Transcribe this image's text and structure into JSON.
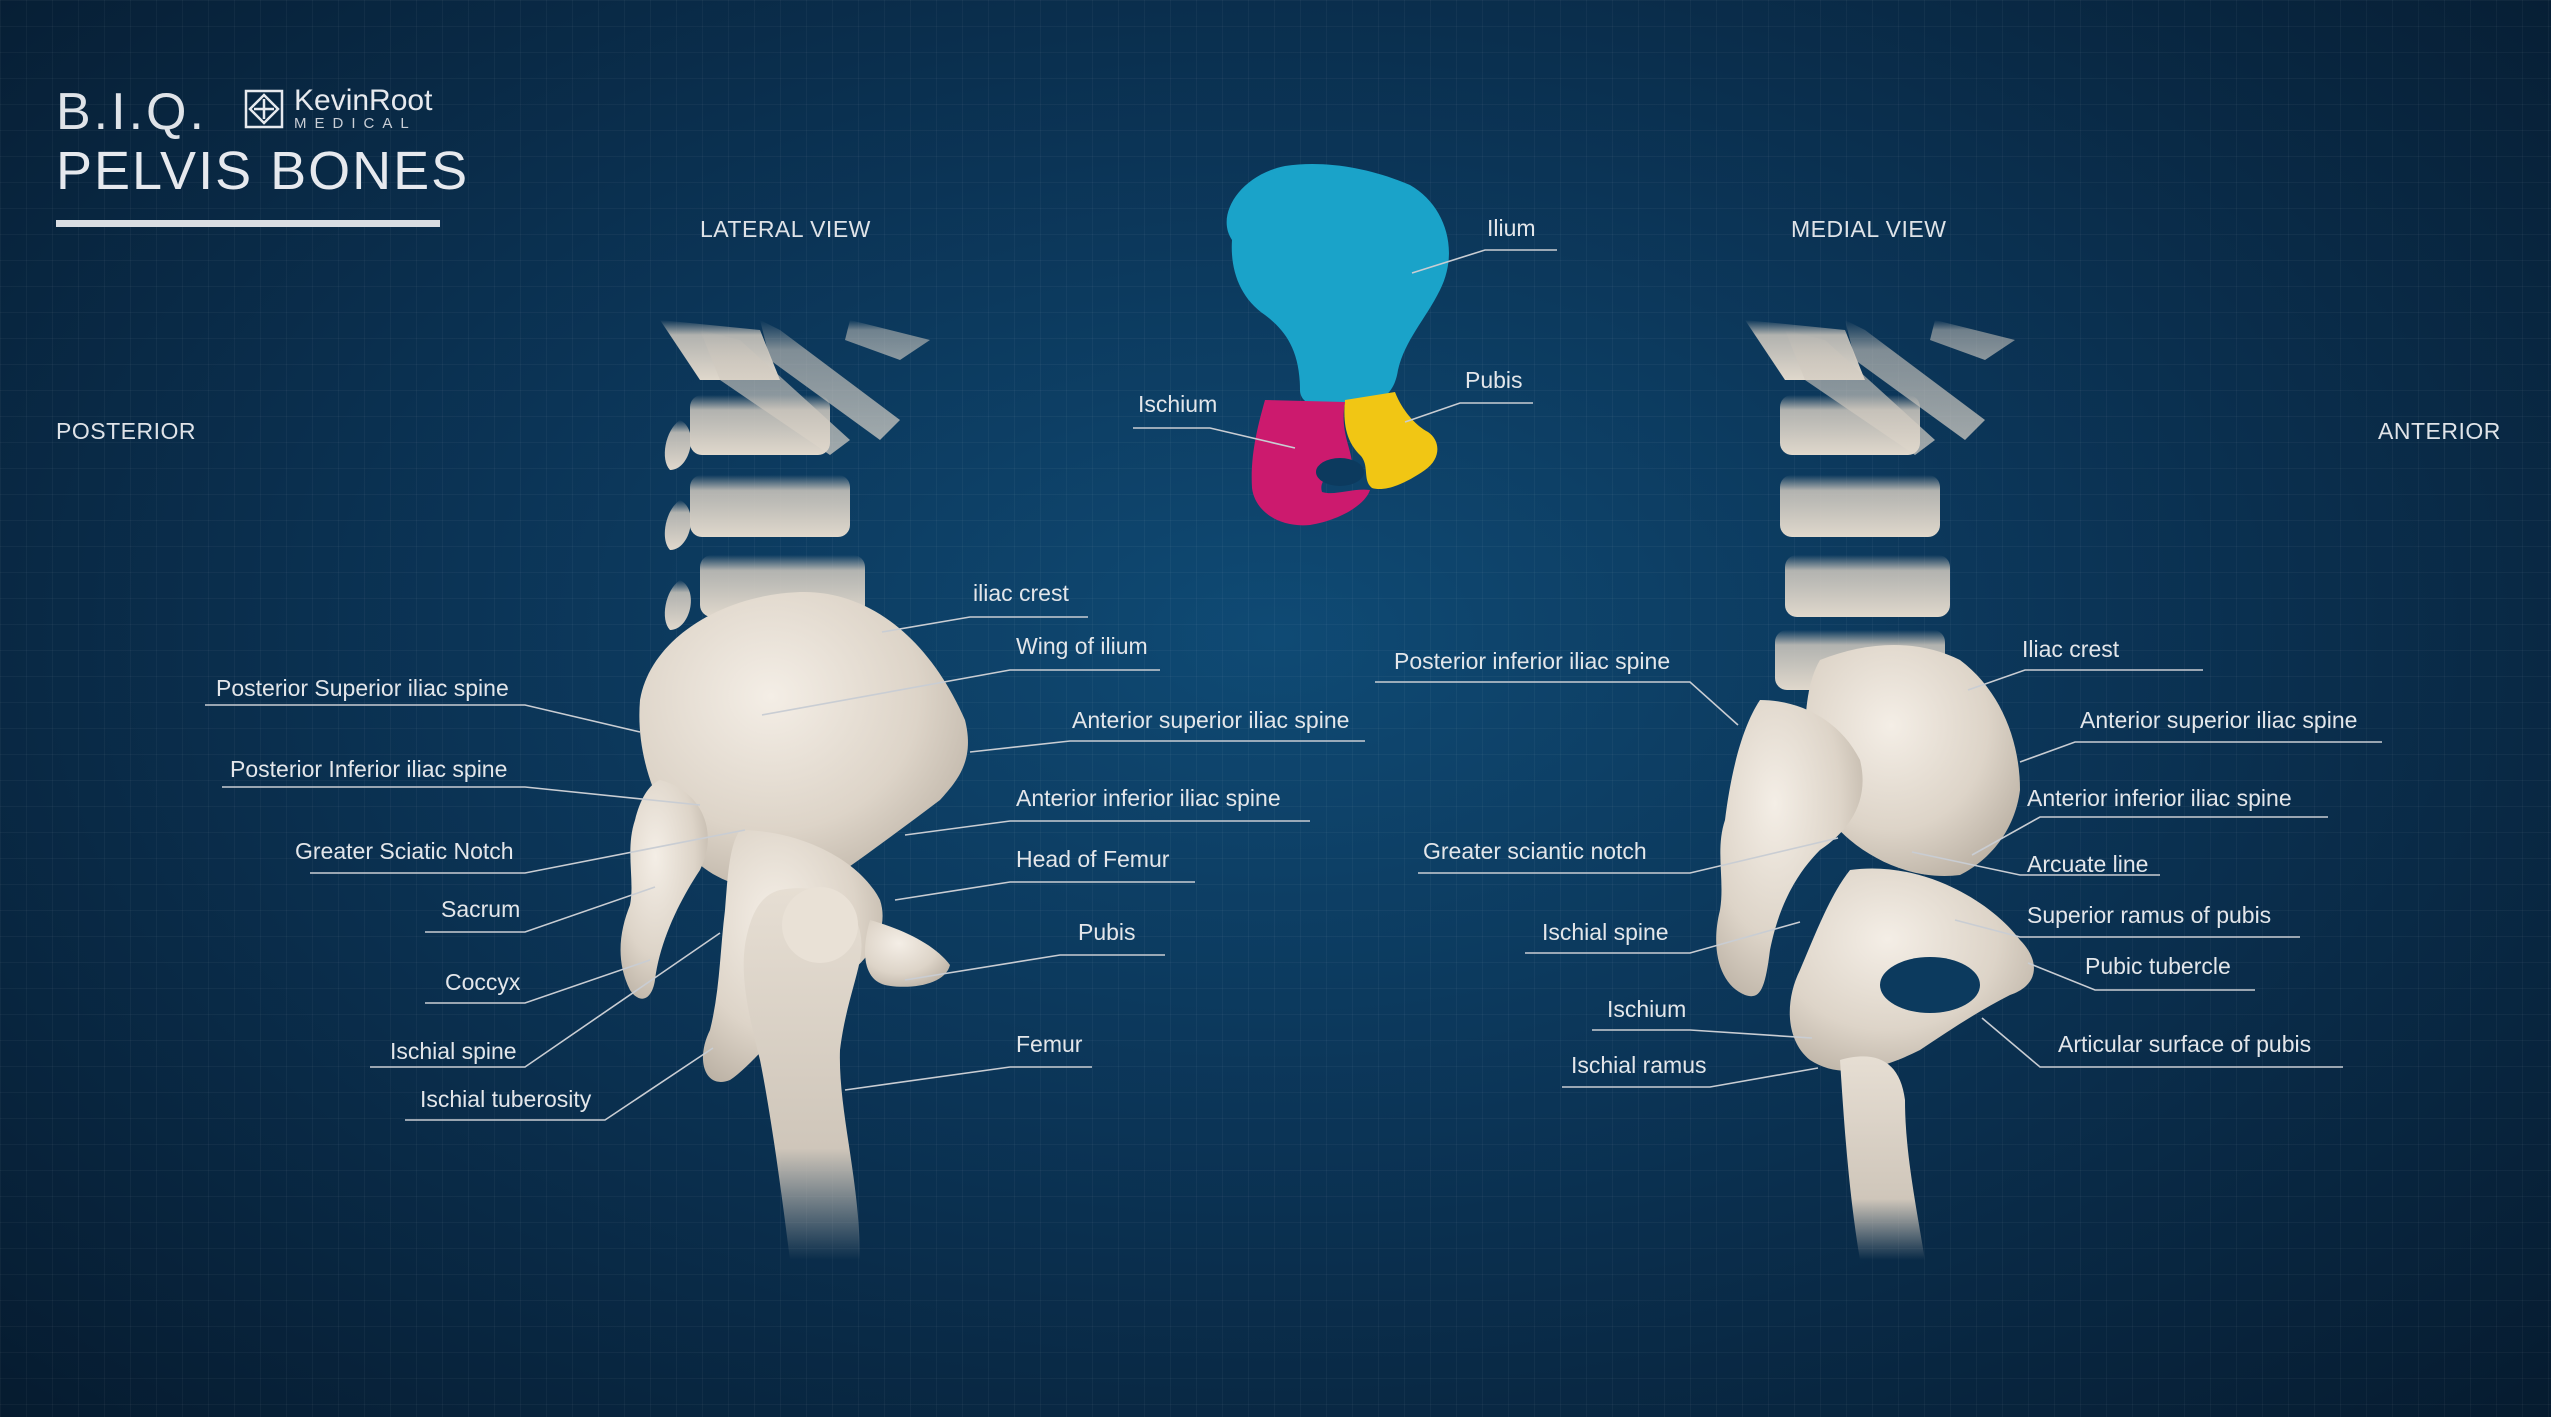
{
  "header": {
    "title_short": "B.I.Q.",
    "brand_name": "KevinRoot",
    "brand_sub": "MEDICAL",
    "title": "PELVIS BONES"
  },
  "views": {
    "lateral": "LATERAL VIEW",
    "medial": "MEDIAL VIEW",
    "posterior": "POSTERIOR",
    "anterior": "ANTERIOR"
  },
  "hip_bone_parts": {
    "ilium": "Ilium",
    "ischium": "Ischium",
    "pubis": "Pubis",
    "colors": {
      "ilium": "#1aa3c9",
      "ischium": "#cc1a6e",
      "pubis": "#f1c614"
    }
  },
  "lateral_labels": {
    "iliac_crest": "iliac crest",
    "wing_of_ilium": "Wing of ilium",
    "anterior_superior_iliac_spine": "Anterior superior iliac spine",
    "anterior_inferior_iliac_spine": "Anterior inferior iliac spine",
    "head_of_femur": "Head of Femur",
    "pubis": "Pubis",
    "femur": "Femur",
    "posterior_superior_iliac_spine": "Posterior Superior iliac spine",
    "posterior_inferior_iliac_spine": "Posterior Inferior iliac spine",
    "greater_sciatic_notch": "Greater Sciatic Notch",
    "sacrum": "Sacrum",
    "coccyx": "Coccyx",
    "ischial_spine": "Ischial spine",
    "ischial_tuberosity": "Ischial tuberosity"
  },
  "medial_labels": {
    "posterior_inferior_iliac_spine": "Posterior inferior iliac spine",
    "greater_sciatic_notch": "Greater sciantic notch",
    "ischial_spine": "Ischial spine",
    "ischium": "Ischium",
    "ischial_ramus": "Ischial ramus",
    "iliac_crest": "Iliac crest",
    "anterior_superior_iliac_spine": "Anterior superior iliac spine",
    "anterior_inferior_iliac_spine": "Anterior inferior iliac spine",
    "arcuate_line": "Arcuate line",
    "superior_ramus_of_pubis": "Superior ramus of pubis",
    "pubic_tubercle": "Pubic tubercle",
    "articular_surface_of_pubis": "Articular surface of pubis"
  }
}
